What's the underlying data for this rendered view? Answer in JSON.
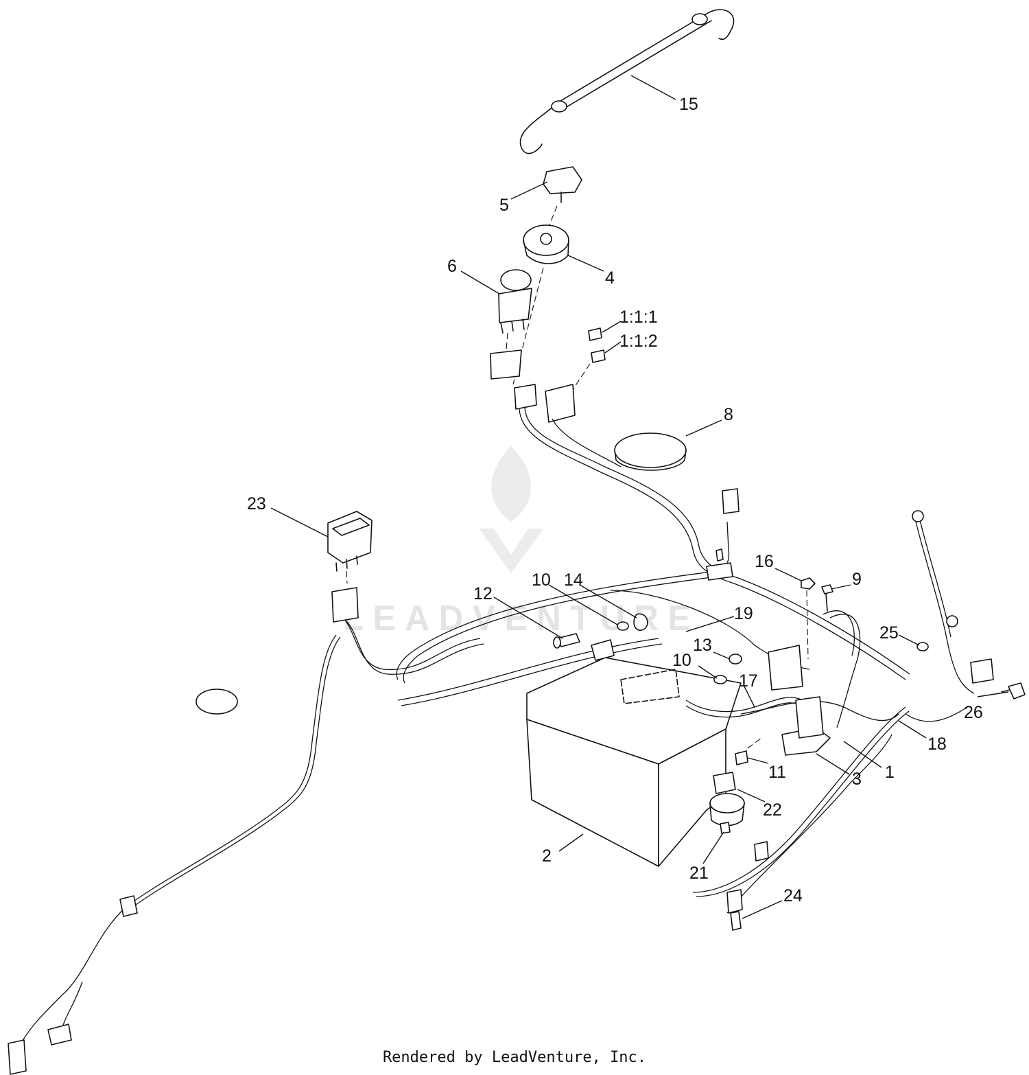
{
  "callouts": {
    "c1": "1",
    "c2": "2",
    "c3": "3",
    "c4": "4",
    "c5": "5",
    "c6": "6",
    "c8": "8",
    "c9": "9",
    "c10a": "10",
    "c10b": "10",
    "c11": "11",
    "c12": "12",
    "c13": "13",
    "c14": "14",
    "c15": "15",
    "c16": "16",
    "c17": "17",
    "c18": "18",
    "c19": "19",
    "c21": "21",
    "c22": "22",
    "c23": "23",
    "c24": "24",
    "c25": "25",
    "c26": "26",
    "c111": "1:1:1",
    "c112": "1:1:2"
  },
  "watermark": {
    "text": "LEADVENTURE"
  },
  "footer": {
    "credit": "Rendered by LeadVenture, Inc."
  },
  "colors": {
    "line": "#111111",
    "background": "#ffffff",
    "watermark": "#e4e4e4"
  }
}
